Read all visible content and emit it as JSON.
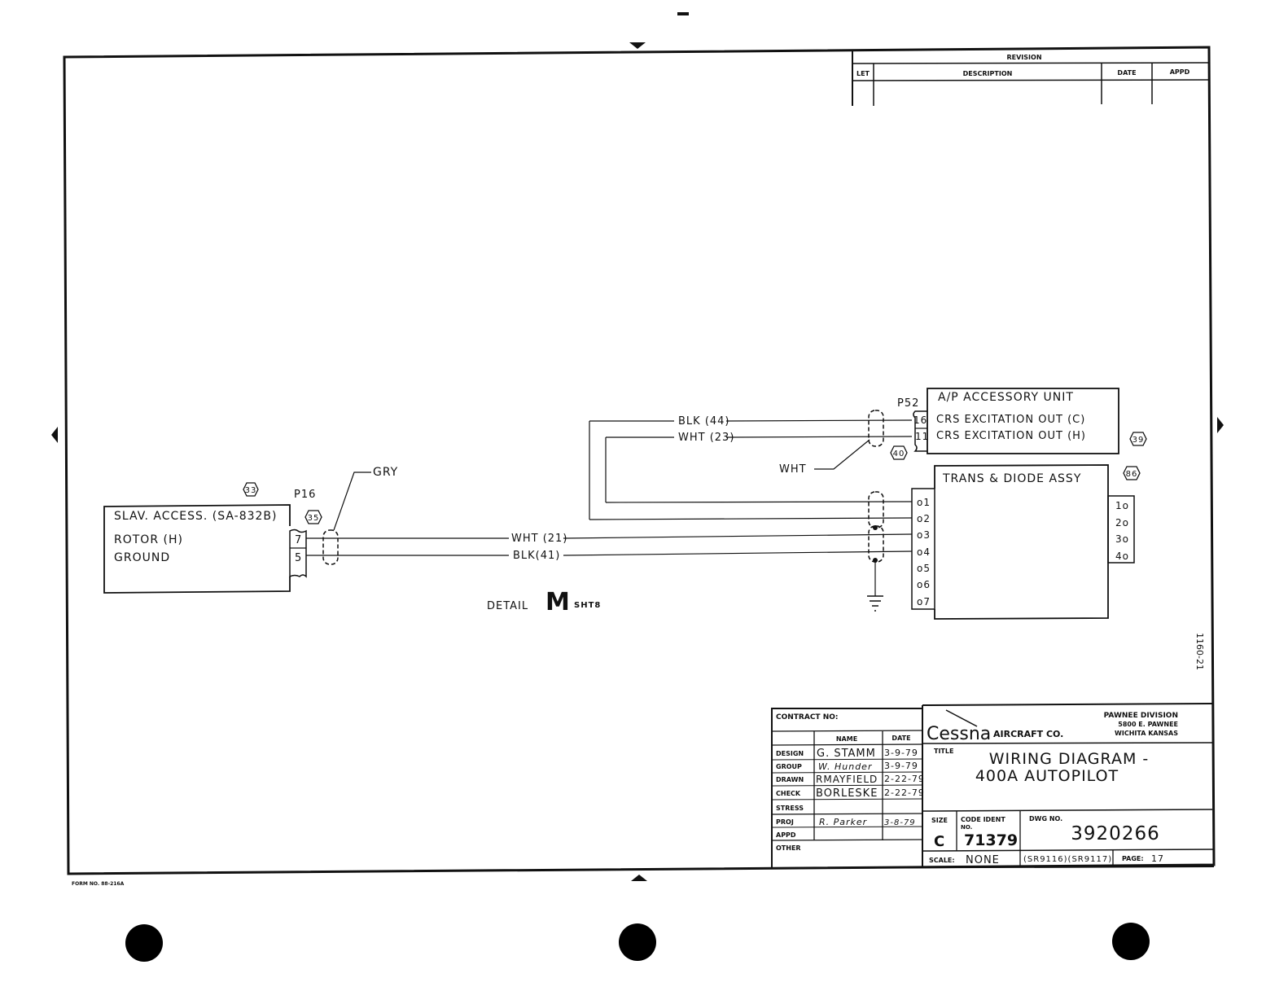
{
  "revision_block": {
    "title": "REVISION",
    "col_let": "LET",
    "col_description": "DESCRIPTION",
    "col_date": "DATE",
    "col_appd": "APPD"
  },
  "slav_access": {
    "title": "SLAV. ACCESS. (SA-832B)",
    "rotor": "ROTOR   (H)",
    "ground": "GROUND",
    "pin_7": "7",
    "pin_5": "5",
    "ref": "33"
  },
  "p16": {
    "label": "P16",
    "ref": "35",
    "gry": "GRY"
  },
  "wires": {
    "wht21": "WHT (21)",
    "blk41": "BLK(41)",
    "blk44": "BLK (44)",
    "wht23": "WHT (23)",
    "wht": "WHT"
  },
  "detail": {
    "prefix": "DETAIL",
    "letter": "M",
    "suffix": "SHT8"
  },
  "ap_unit": {
    "connector": "P52",
    "title": "A/P ACCESSORY  UNIT",
    "line1": "CRS EXCITATION  OUT (C)",
    "line2": "CRS EXCITATION  OUT (H)",
    "pin_16": "16",
    "pin_11": "11",
    "ref": "39",
    "shield_ref": "40"
  },
  "trans_diode": {
    "title": "TRANS & DIODE ASSY",
    "ref": "86",
    "left_pins": [
      "o1",
      "o2",
      "o3",
      "o4",
      "o5",
      "o6",
      "o7"
    ],
    "right_pins": [
      "1o",
      "2o",
      "3o",
      "4o"
    ]
  },
  "side_code": "1160-21",
  "form_no": "FORM NO. 88-216A",
  "title_block": {
    "contract_no": "CONTRACT NO:",
    "col_name": "NAME",
    "col_date": "DATE",
    "rows": [
      {
        "role": "DESIGN",
        "name": "G. STAMM",
        "date": "3-9-79"
      },
      {
        "role": "GROUP",
        "name": "W. Hunder",
        "date": "3-9-79"
      },
      {
        "role": "DRAWN",
        "name": "RMAYFIELD",
        "date": "2-22-79"
      },
      {
        "role": "CHECK",
        "name": "BORLESKE",
        "date": "2-22-79"
      },
      {
        "role": "STRESS",
        "name": "",
        "date": ""
      },
      {
        "role": "PROJ",
        "name": "R. Parker",
        "date": "3-8-79"
      },
      {
        "role": "APPD",
        "name": "",
        "date": ""
      },
      {
        "role": "OTHER",
        "name": "",
        "date": ""
      }
    ],
    "company_logo": "Cessna",
    "company_suffix": "AIRCRAFT CO.",
    "division": "PAWNEE DIVISION",
    "address1": "5800 E. PAWNEE",
    "address2": "WICHITA  KANSAS",
    "title_label": "TITLE",
    "title_line1": "WIRING DIAGRAM -",
    "title_line2": "400A  AUTOPILOT",
    "size_label": "SIZE",
    "size_value": "C",
    "code_ident_label": "CODE IDENT",
    "code_ident_no": "NO.",
    "code_ident_value": "71379",
    "dwg_no_label": "DWG NO.",
    "dwg_no_value": "3920266",
    "scale_label": "SCALE:",
    "scale_value": "NONE",
    "sr_refs": "(SR9116)(SR9117)",
    "page_label": "PAGE:",
    "page_value": "17"
  }
}
